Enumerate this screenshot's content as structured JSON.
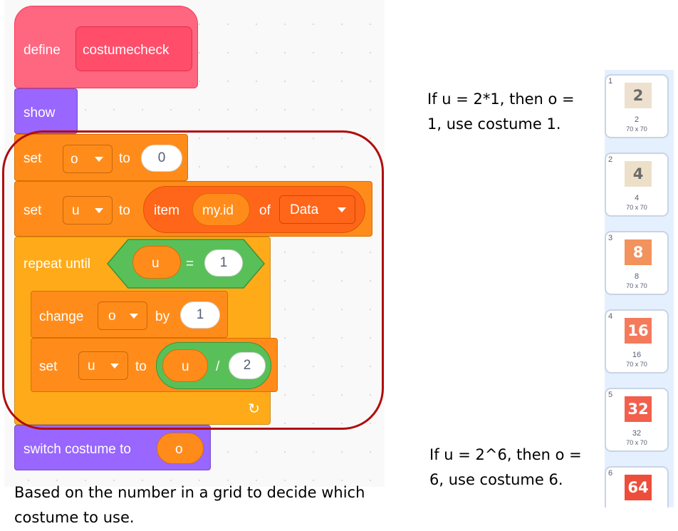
{
  "script": {
    "define": {
      "label": "define",
      "name": "costumecheck"
    },
    "show": {
      "label": "show"
    },
    "set_o": {
      "label": "set",
      "variable": "o",
      "to": "to",
      "value": "0"
    },
    "set_u": {
      "label": "set",
      "variable": "u",
      "to": "to",
      "item_label": "item",
      "index": "my.id",
      "of_label": "of",
      "list": "Data"
    },
    "repeat": {
      "label": "repeat until",
      "left": "u",
      "operator": "=",
      "right": "1"
    },
    "change_o": {
      "label": "change",
      "variable": "o",
      "by": "by",
      "value": "1"
    },
    "set_u2": {
      "label": "set",
      "variable": "u",
      "to": "to",
      "left": "u",
      "operator": "/",
      "right": "2"
    },
    "switch": {
      "label": "switch costume to",
      "value": "o"
    },
    "loop_icon": "loop-arrow-icon"
  },
  "notes": {
    "top_line1": "If u  = 2*1, then o =",
    "top_line2": "1, use costume 1.",
    "bottom_line1": "If u = 2^6, then o =",
    "bottom_line2": "6, use costume 6.",
    "caption_line1": "Based on the number in a grid to decide which",
    "caption_line2": "costume to use."
  },
  "costumes": [
    {
      "index": "1",
      "label": "2",
      "name": "2",
      "size": "70 x 70",
      "bg": "#ede0cf",
      "fg": "#6b6b6b"
    },
    {
      "index": "2",
      "label": "4",
      "name": "4",
      "size": "70 x 70",
      "bg": "#ede0c8",
      "fg": "#6b6b6b"
    },
    {
      "index": "3",
      "label": "8",
      "name": "8",
      "size": "70 x 70",
      "bg": "#f2925c",
      "fg": "#ffffff"
    },
    {
      "index": "4",
      "label": "16",
      "name": "16",
      "size": "70 x 70",
      "bg": "#f47a5c",
      "fg": "#ffffff"
    },
    {
      "index": "5",
      "label": "32",
      "name": "32",
      "size": "70 x 70",
      "bg": "#f25f4c",
      "fg": "#ffffff"
    },
    {
      "index": "6",
      "label": "64",
      "name": "",
      "size": "",
      "bg": "#ed4d3a",
      "fg": "#ffffff"
    }
  ],
  "colors": {
    "events": "#ff6680",
    "looks": "#9966ff",
    "variables": "#ff8c1a",
    "control": "#ffab19",
    "operators": "#59c059",
    "highlight": "#b00d0d"
  }
}
